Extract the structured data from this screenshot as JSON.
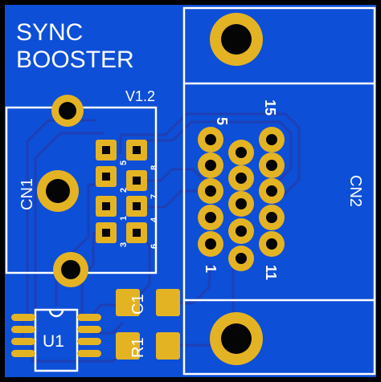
{
  "board": {
    "title_line1": "SYNC",
    "title_line2": "BOOSTER",
    "version": "V1.2"
  },
  "cn1": {
    "label": "CN1",
    "pin_numbers": [
      "5",
      "8",
      "2",
      "7",
      "1",
      "4",
      "3",
      "6"
    ]
  },
  "cn2": {
    "label": "CN2",
    "pin_5": "5",
    "pin_15": "15",
    "pin_1": "1",
    "pin_11": "11"
  },
  "u1": {
    "label": "U1"
  },
  "c1": {
    "label": "C1"
  },
  "r1": {
    "label": "R1"
  },
  "colors": {
    "substrate": "#0d4fd6",
    "trace": "#1b3fb8",
    "copper": "#e4b324",
    "drill": "#050505",
    "silkscreen": "#ffffff"
  }
}
